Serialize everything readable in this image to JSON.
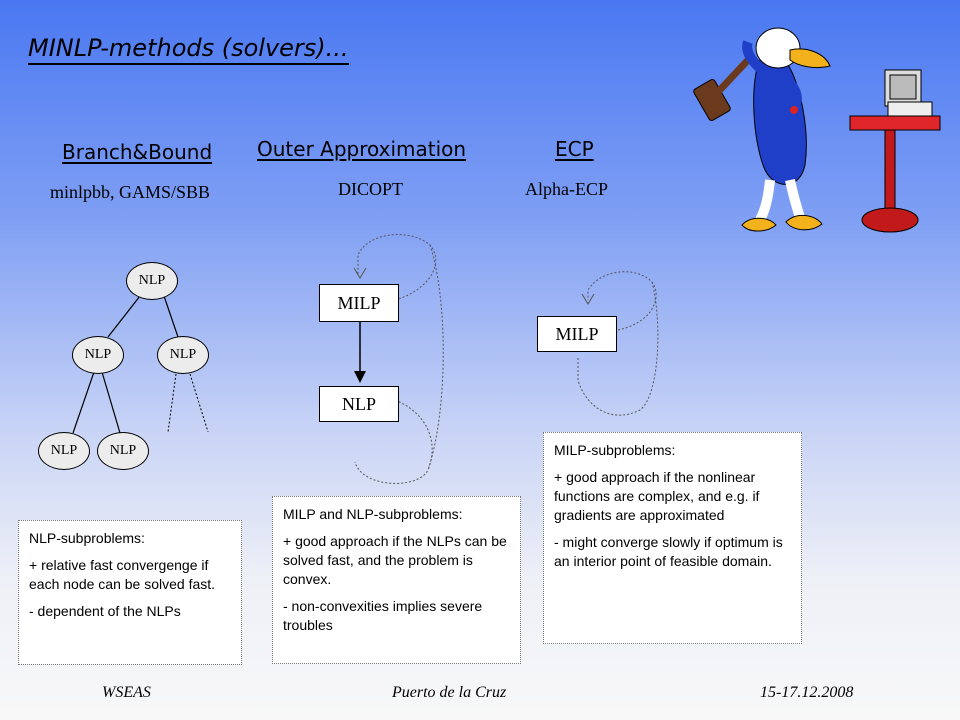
{
  "title": "MINLP-methods (solvers)...",
  "methods": {
    "bb": {
      "name": "Branch&Bound",
      "tools": "minlpbb, GAMS/SBB"
    },
    "oa": {
      "name": "Outer Approximation",
      "tools": "DICOPT"
    },
    "ecp": {
      "name": "ECP",
      "tools": "Alpha-ECP"
    }
  },
  "tree": {
    "root": "NLP",
    "level1_left": "NLP",
    "level1_right": "NLP",
    "level2_left": "NLP",
    "level2_right": "NLP"
  },
  "oa_boxes": {
    "milp": "MILP",
    "nlp": "NLP"
  },
  "ecp_box": {
    "milp": "MILP"
  },
  "notes": {
    "bb": {
      "heading": "NLP-subproblems:",
      "pro": "+ relative fast convergenge if each node can be solved fast.",
      "con": "- dependent of the NLPs"
    },
    "oa": {
      "heading": "MILP and NLP-subproblems:",
      "pro": "+ good approach if the NLPs can be solved fast, and the problem is convex.",
      "con": "- non-convexities implies severe troubles"
    },
    "ecp": {
      "heading": "MILP-subproblems:",
      "pro": "+ good approach if the nonlinear functions are complex, and e.g. if gradients are approximated",
      "con": "- might converge slowly if optimum is an interior point of feasible domain."
    }
  },
  "footer": {
    "left": "WSEAS",
    "center": "Puerto de la Cruz",
    "right": "15-17.12.2008"
  }
}
